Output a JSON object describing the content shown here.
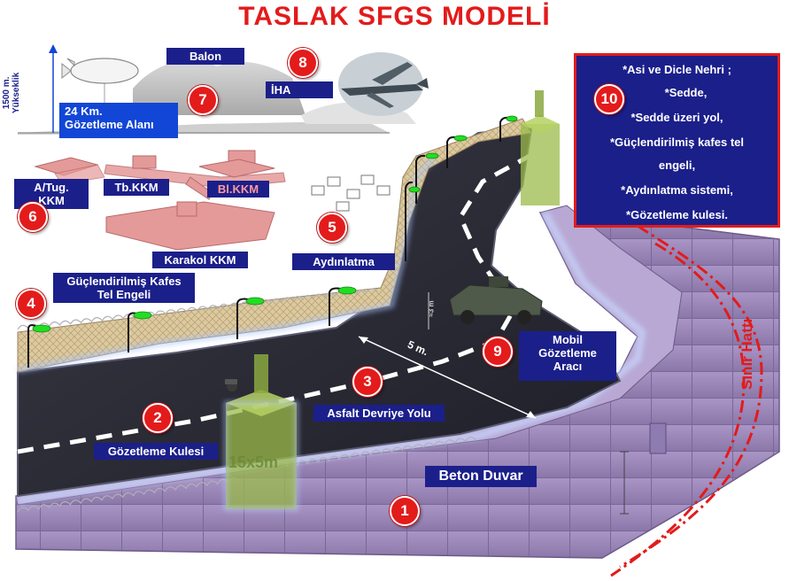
{
  "title": "TASLAK  SFGS MODELİ",
  "labels": {
    "balon": "Balon",
    "iha": "İHA",
    "gozetleme_alani_line1": "24 Km.",
    "gozetleme_alani_line2": "Gözetleme Alanı",
    "atug_line1": "A/Tug.",
    "atug_line2": "KKM",
    "tb_kkm": "Tb.KKM",
    "bl_kkm": "Bl.KKM",
    "karakol_kkm": "Karakol KKM",
    "aydinlatma": "Aydınlatma",
    "kafes_line1": "Güçlendirilmiş  Kafes",
    "kafes_line2": "Tel Engeli",
    "gozetleme_kulesi": "Gözetleme Kulesi",
    "devriye_yolu": "Asfalt  Devriye Yolu",
    "beton_duvar": "Beton Duvar",
    "mobil_line1": "Mobil",
    "mobil_line2": "Gözetleme",
    "mobil_line3": "Aracı",
    "sinir_hatti": "Sınır Hattı",
    "yukseklik_line1": "1500 m.",
    "yukseklik_line2": "Yükseklik",
    "road_width": "5 m.",
    "road_width_small": "≈3 m",
    "tower_size": "15x5m"
  },
  "numbers": [
    "1",
    "2",
    "3",
    "4",
    "5",
    "6",
    "7",
    "8",
    "9",
    "10"
  ],
  "info_box": [
    "*Asi  ve Dicle Nehri ;",
    "*Sedde,",
    "*Sedde üzeri yol,",
    "*Güçlendirilmiş  kafes tel",
    "engeli,",
    "*Aydınlatma  sistemi,",
    "*Gözetleme kulesi."
  ],
  "colors": {
    "title_red": "#e31b1b",
    "label_navy": "#1b1f8a",
    "label_blue": "#1246d6",
    "badge_red": "#e31b1b",
    "wall_purple": "#9a86b8",
    "road_dark": "#2a2a36",
    "fence_tan": "#d8c49a",
    "tower_green": "#9bbb4a",
    "building_pink": "#e08b8b",
    "light_green": "#22dd22"
  },
  "icons": [
    "balloon-icon",
    "uav-icon",
    "armored-vehicle-icon",
    "light-pole-icon",
    "watch-tower-icon",
    "camera-icon",
    "hill-icon"
  ]
}
